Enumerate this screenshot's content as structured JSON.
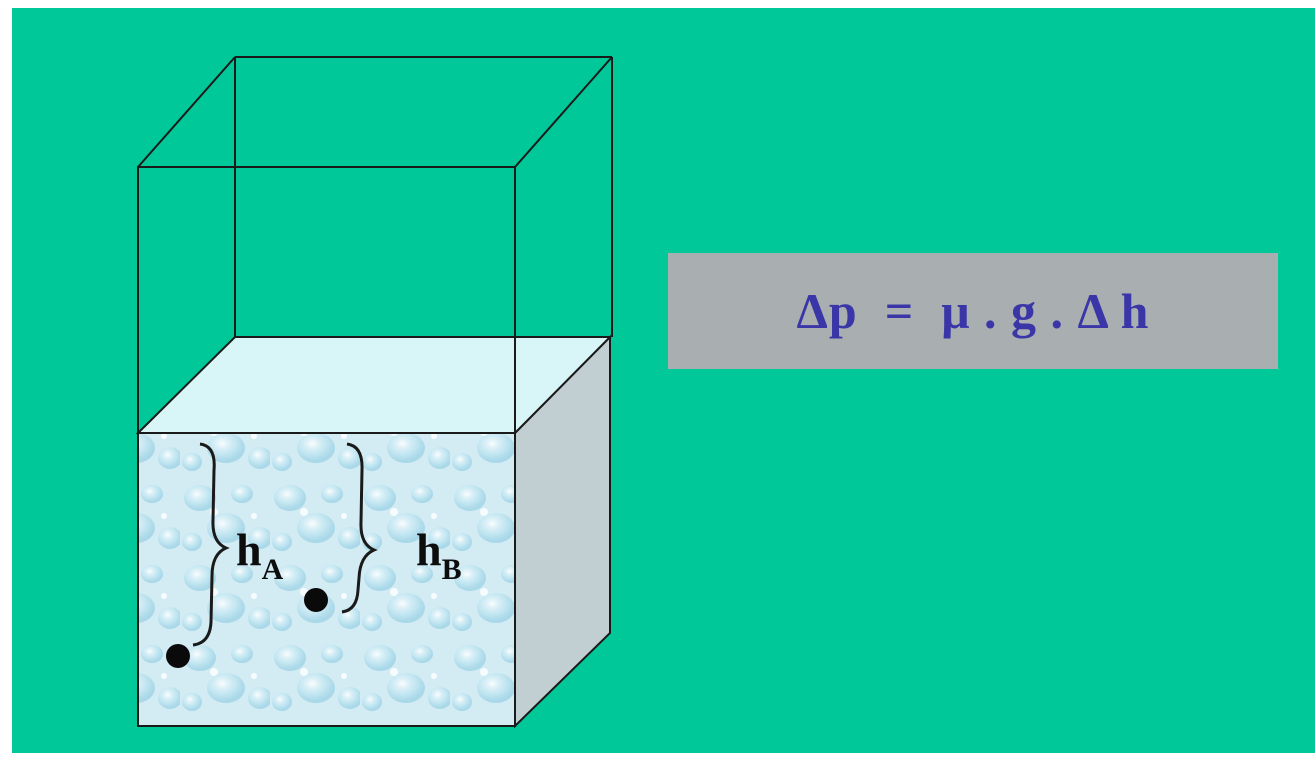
{
  "formula": {
    "text": "Δp  =  μ . g . Δ h"
  },
  "labels": {
    "h_a_main": "h",
    "h_a_sub": "A",
    "h_b_main": "h",
    "h_b_sub": "B"
  },
  "colors": {
    "background": "#00c898",
    "formula_box": "#a9aeb0",
    "formula_text": "#3a36a8",
    "water_surface": "#d8f6f8",
    "water_side": "#c2cfd2"
  },
  "points": [
    "A",
    "B"
  ]
}
